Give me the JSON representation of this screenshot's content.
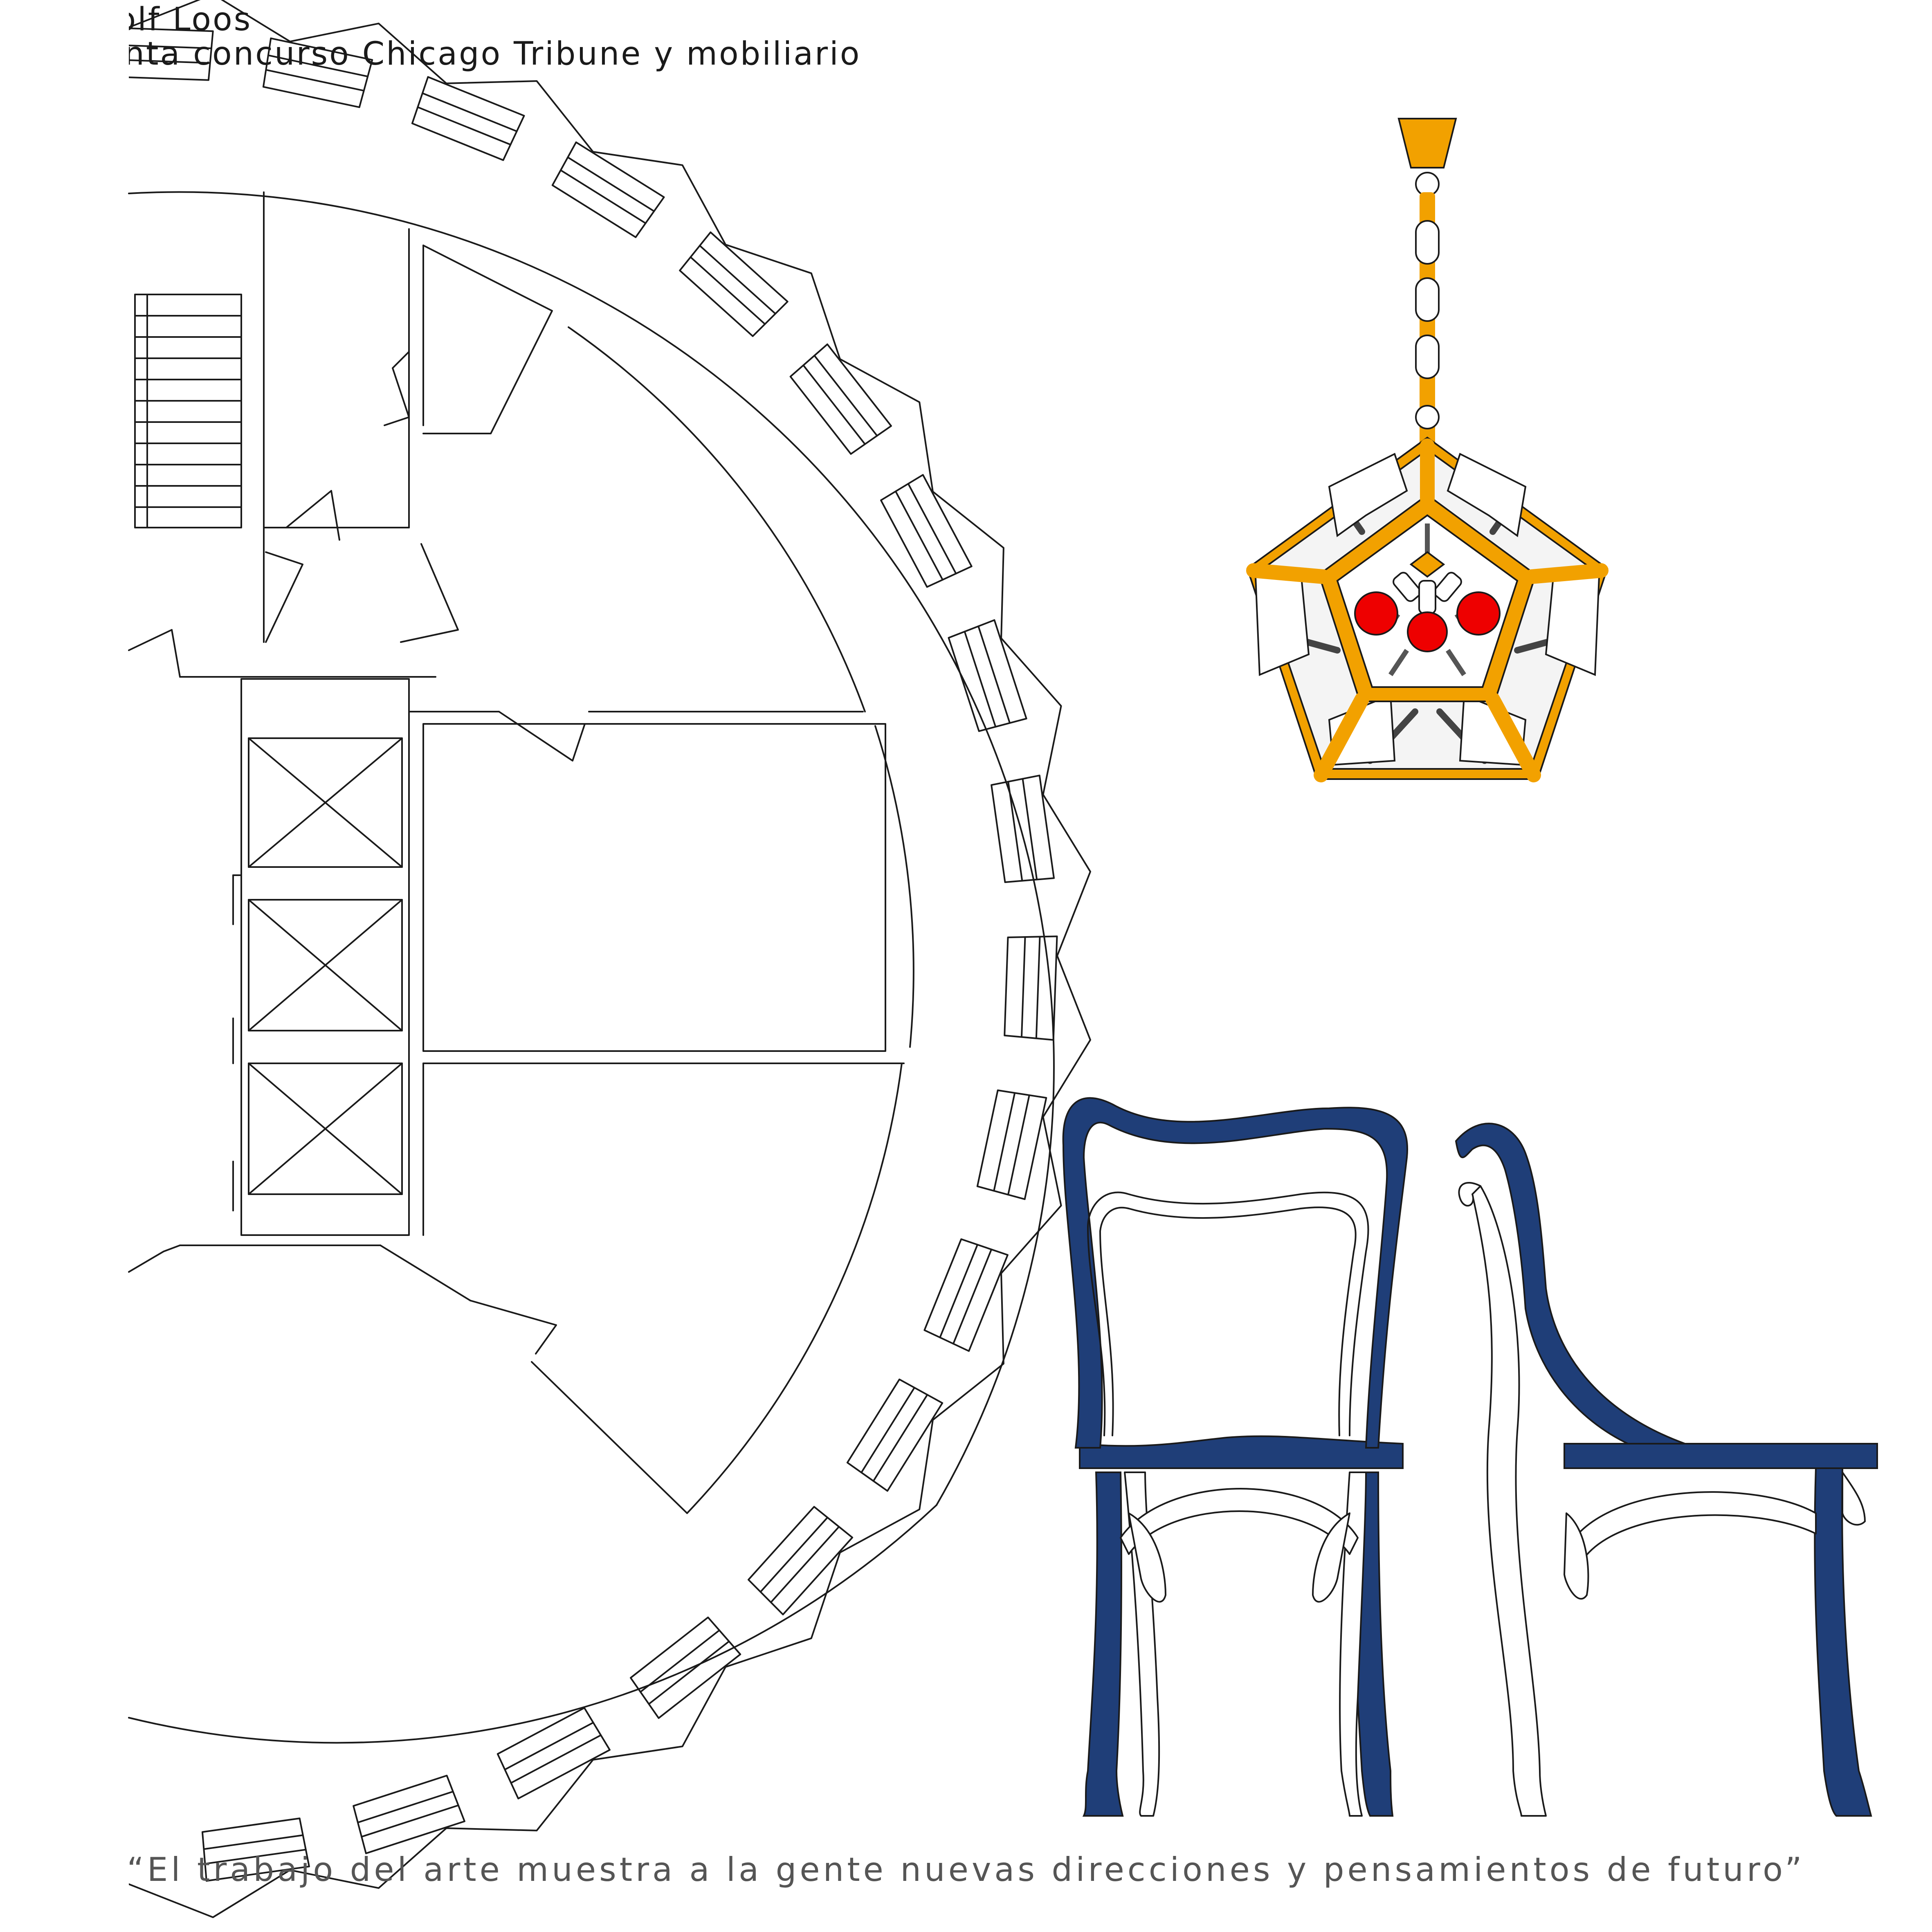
{
  "header": {
    "author": "Adolf Loos",
    "subtitle": "Planta concurso Chicago Tribune y mobiliario"
  },
  "quote": "“El trabajo del arte muestra a la gente nuevas direcciones y pensamientos de futuro”",
  "colors": {
    "lamp_frame": "#F2A100",
    "lamp_bulbs": "#EE0000",
    "chair_highlight": "#1F3E78",
    "line": "#1A1A1A",
    "background": "#FFFFFF"
  },
  "drawings": {
    "floor_plan": "floor-plan",
    "pendant_lamp": "pendant-lamp",
    "chair_front": "chair-front-view",
    "chair_side": "chair-side-view"
  }
}
